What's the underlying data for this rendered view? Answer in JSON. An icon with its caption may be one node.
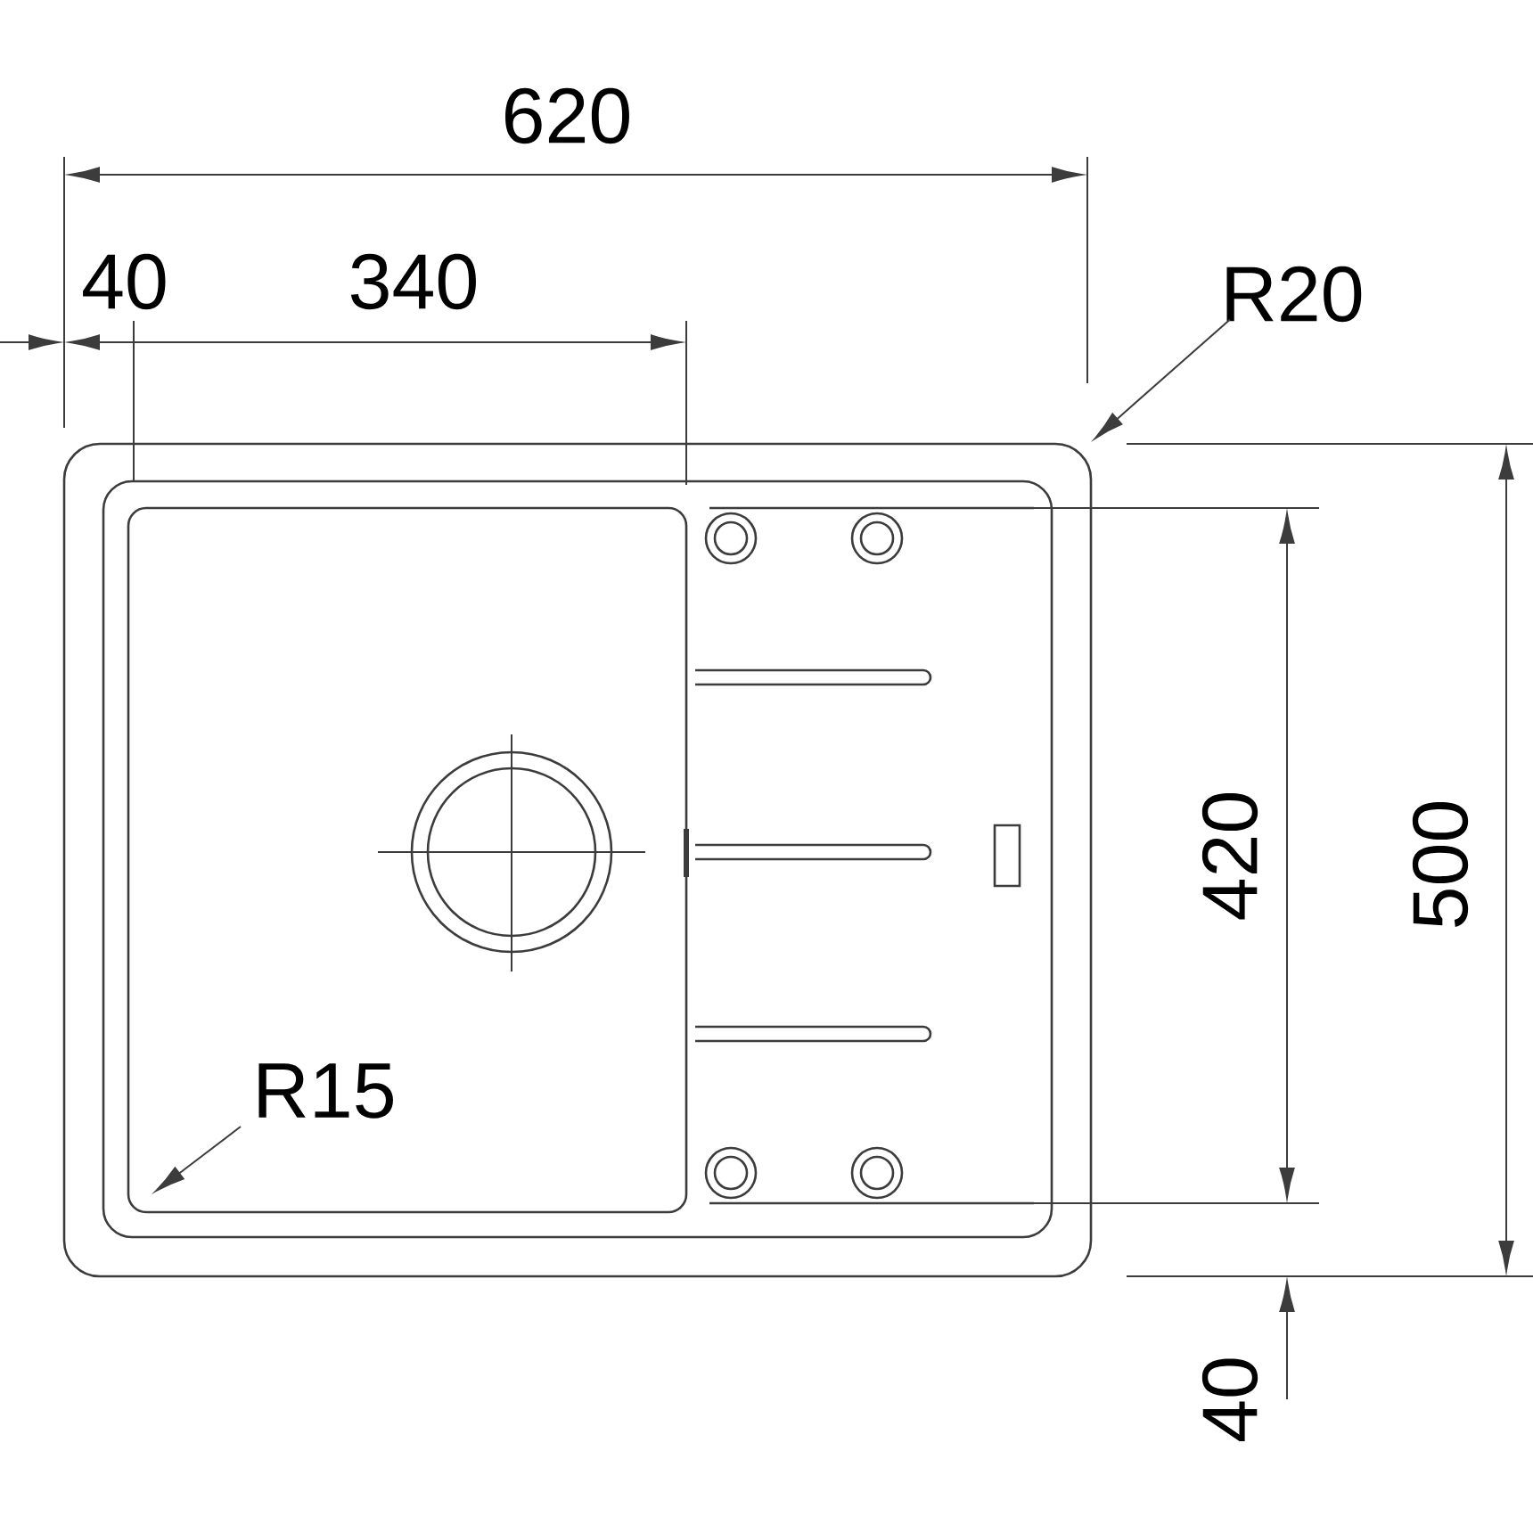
{
  "diagram": {
    "nodes": [
      {
        "text": [
          "R20"
        ]
      },
      {
        "text": [
          "R15"
        ]
      }
    ],
    "edges": [
      {
        "from": 0,
        "to": null,
        "arrow": "to"
      },
      {
        "from": 1,
        "to": null,
        "arrow": "to"
      }
    ],
    "labels": [
      "620",
      "40",
      "340",
      "420",
      "500",
      "40"
    ]
  }
}
